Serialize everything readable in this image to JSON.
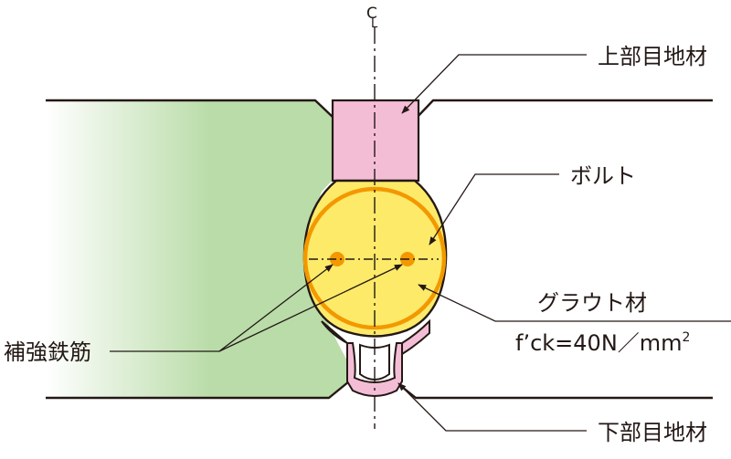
{
  "centerline_symbol": {
    "c": "C",
    "l": "L"
  },
  "labels": {
    "upper_joint": "上部目地材",
    "bolt": "ボルト",
    "grout": "グラウト材",
    "grout_spec_main": "f’ck=40N／mm",
    "grout_spec_sup": "2",
    "rebar": "補強鉄筋",
    "lower_joint": "下部目地材"
  },
  "colors": {
    "line": "#231815",
    "slab_green": "#b9dca8",
    "joint_pink": "#f4bdd6",
    "grout_yellow": "#fdea69",
    "bolt_orange": "#f39800"
  }
}
